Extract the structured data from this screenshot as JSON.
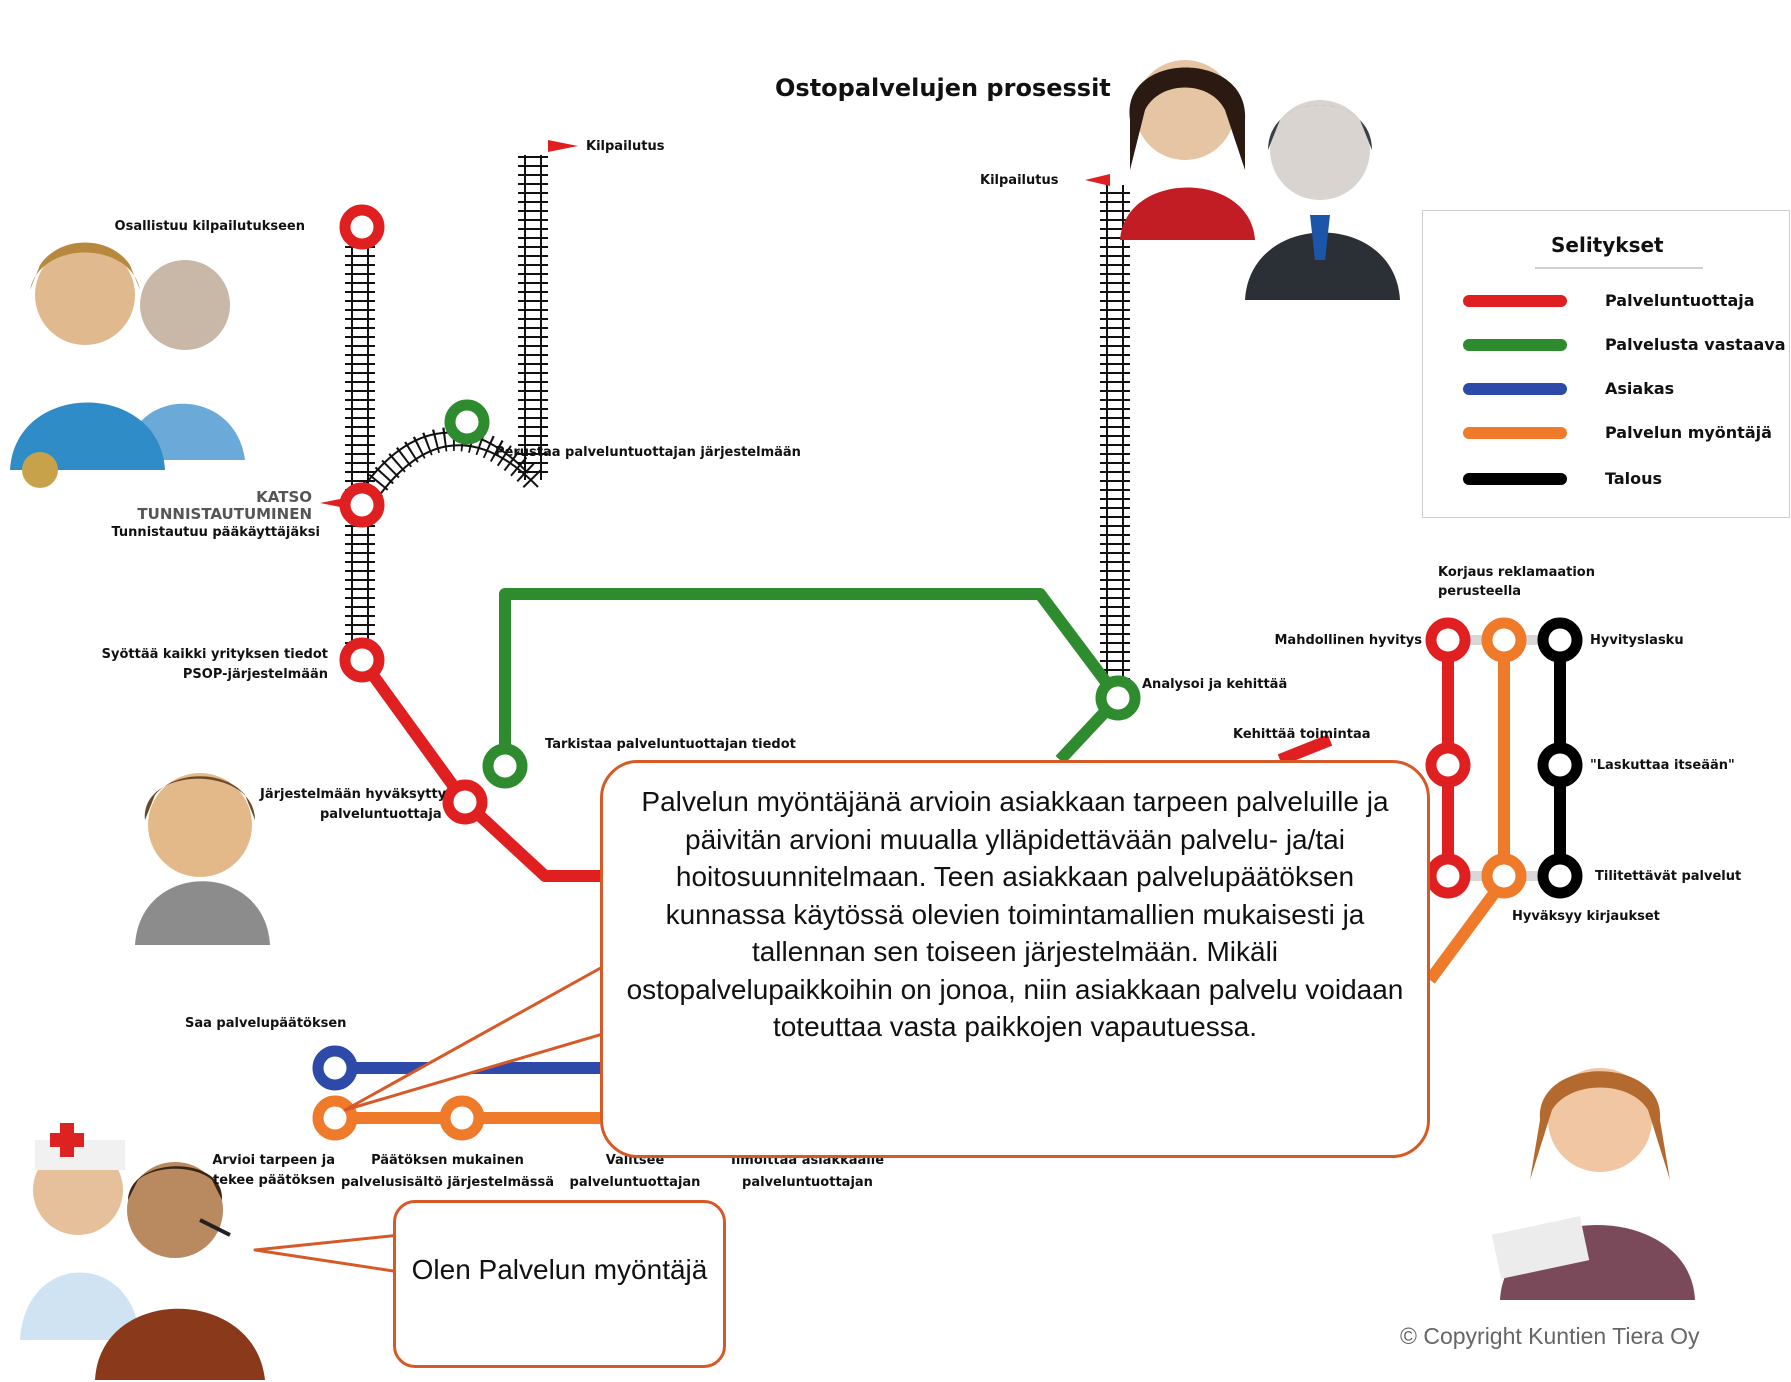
{
  "title": "Ostopalvelujen prosessit",
  "legend": {
    "title": "Selitykset",
    "items": [
      {
        "label": "Palveluntuottaja",
        "color": "#e02020"
      },
      {
        "label": "Palvelusta vastaava",
        "color": "#2e8b2e"
      },
      {
        "label": "Asiakas",
        "color": "#2d4aa8"
      },
      {
        "label": "Palvelun myöntäjä",
        "color": "#ef7a2a"
      },
      {
        "label": "Talous",
        "color": "#000000"
      }
    ]
  },
  "stations": {
    "kilpailutus_left": "Kilpailutus",
    "kilpailutus_right": "Kilpailutus",
    "osallistuu": "Osallistuu kilpailutukseen",
    "perustaa": "Perustaa palveluntuottajan järjestelmään",
    "katso_1": "KATSO",
    "katso_2": "TUNNISTAUTUMINEN",
    "tunnistautuu": "Tunnistautuu pääkäyttäjäksi",
    "syottaa_1": "Syöttää kaikki yrityksen tiedot",
    "syottaa_2": "PSOP-järjestelmään",
    "hyvaksytty_1": "Järjestelmään hyväksytty",
    "hyvaksytty_2": "palveluntuottaja",
    "tarkistaa": "Tarkistaa palveluntuottajan tiedot",
    "analysoi": "Analysoi ja kehittää",
    "kehittaa": "Kehittää toimintaa",
    "korjaus_1": "Korjaus reklamaation",
    "korjaus_2": "perusteella",
    "hyvitys": "Mahdollinen hyvitys",
    "hyvityslasku": "Hyvityslasku",
    "laskuttaa": "\"Laskuttaa itseään\"",
    "tilitettavat": "Tilitettävät palvelut",
    "hyvaksyy": "Hyväksyy kirjaukset",
    "saa": "Saa palvelupäätöksen",
    "arvioi_1": "Arvioi tarpeen ja",
    "arvioi_2": "tekee päätöksen",
    "paatoksen_1": "Päätöksen mukainen",
    "paatoksen_2": "palvelusisältö järjestelmässä",
    "valitsee_1": "Valitsee",
    "valitsee_2": "palveluntuottajan",
    "ilmoittaa_1": "Ilmoittaa asiakkaalle",
    "ilmoittaa_2": "palveluntuottajan"
  },
  "callouts": {
    "main": "Palvelun myöntäjänä arvioin asiakkaan tarpeen palveluille ja päivitän arvioni muualla ylläpidettävään palvelu- ja/tai hoitosuunnitelmaan. Teen asiakkaan palvelupäätöksen kunnassa käytössä olevien toimintamallien mukaisesti ja tallennan sen toiseen järjestelmään. Mikäli ostopalvelupaikkoihin on jonoa, niin asiakkaan palvelu  voidaan toteuttaa vasta paikkojen vapautuessa.",
    "small": "Olen Palvelun myöntäjä"
  },
  "copyright": "© Copyright Kuntien Tiera Oy"
}
